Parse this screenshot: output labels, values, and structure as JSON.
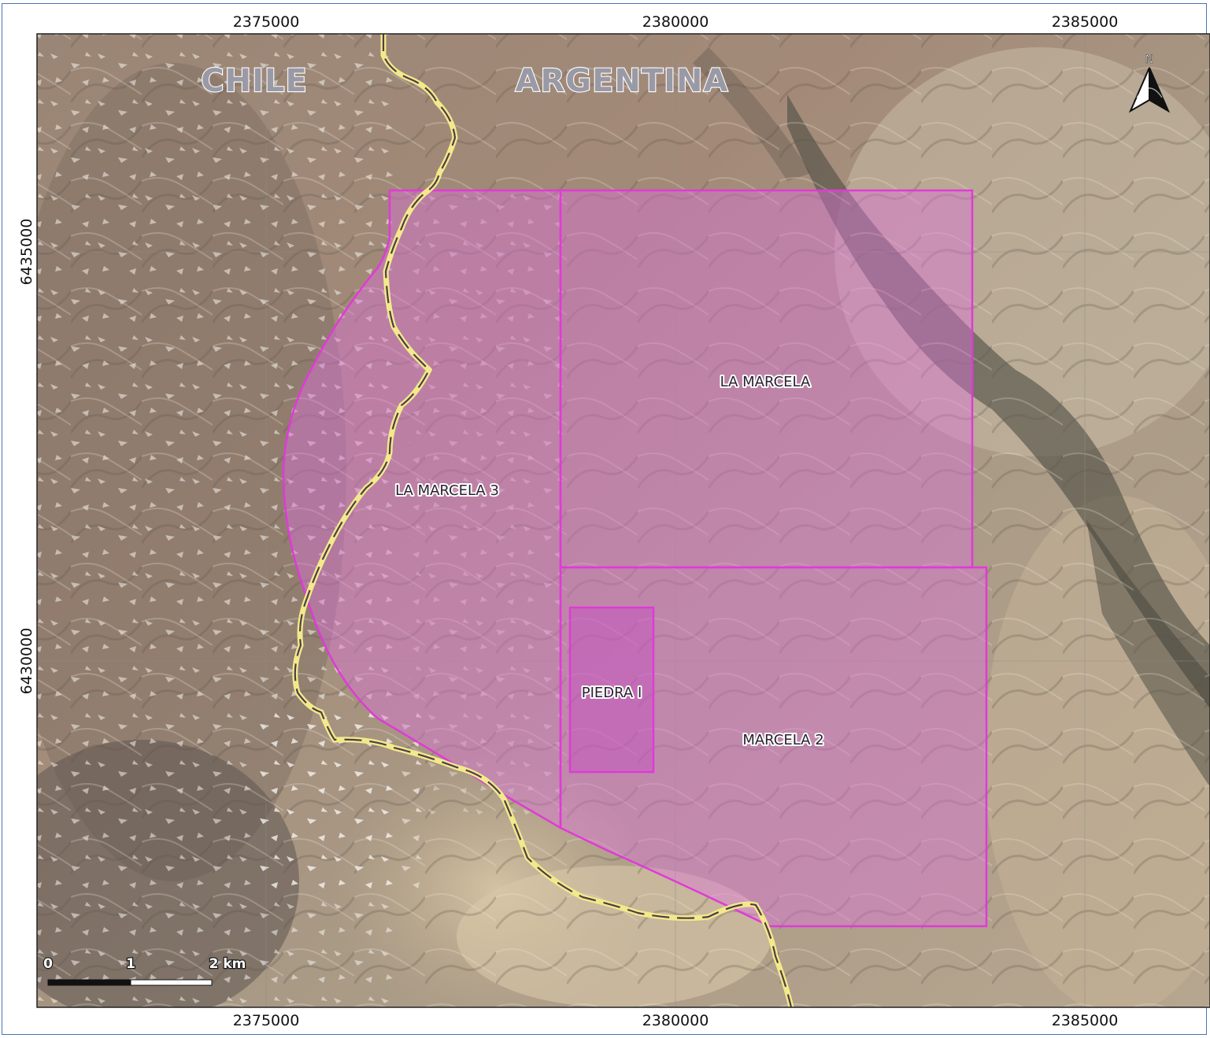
{
  "map": {
    "countries": {
      "west": "CHILE",
      "east": "ARGENTINA"
    },
    "grid": {
      "x_labels_top": [
        "2375000",
        "2380000",
        "2385000"
      ],
      "x_labels_bottom": [
        "2375000",
        "2380000",
        "2385000"
      ],
      "y_labels": [
        "6435000",
        "6430000"
      ]
    },
    "claims": {
      "la_marcela": "LA MARCELA",
      "la_marcela_3": "LA MARCELA 3",
      "marcela_2": "MARCELA 2",
      "piedra_i": "PIEDRA I"
    },
    "north_arrow": {
      "label": "N",
      "icon": "north-arrow-icon"
    },
    "scale_bar": {
      "labels": [
        "0",
        "1",
        "2 km"
      ]
    },
    "colors": {
      "claim_fill": "#e070e0",
      "claim_outline": "#e03ad8",
      "border_line": "#f4e98a",
      "border_dash": "#4a3f4a",
      "frame": "#4a74b3",
      "grid_line": "#8c8c8c"
    }
  }
}
